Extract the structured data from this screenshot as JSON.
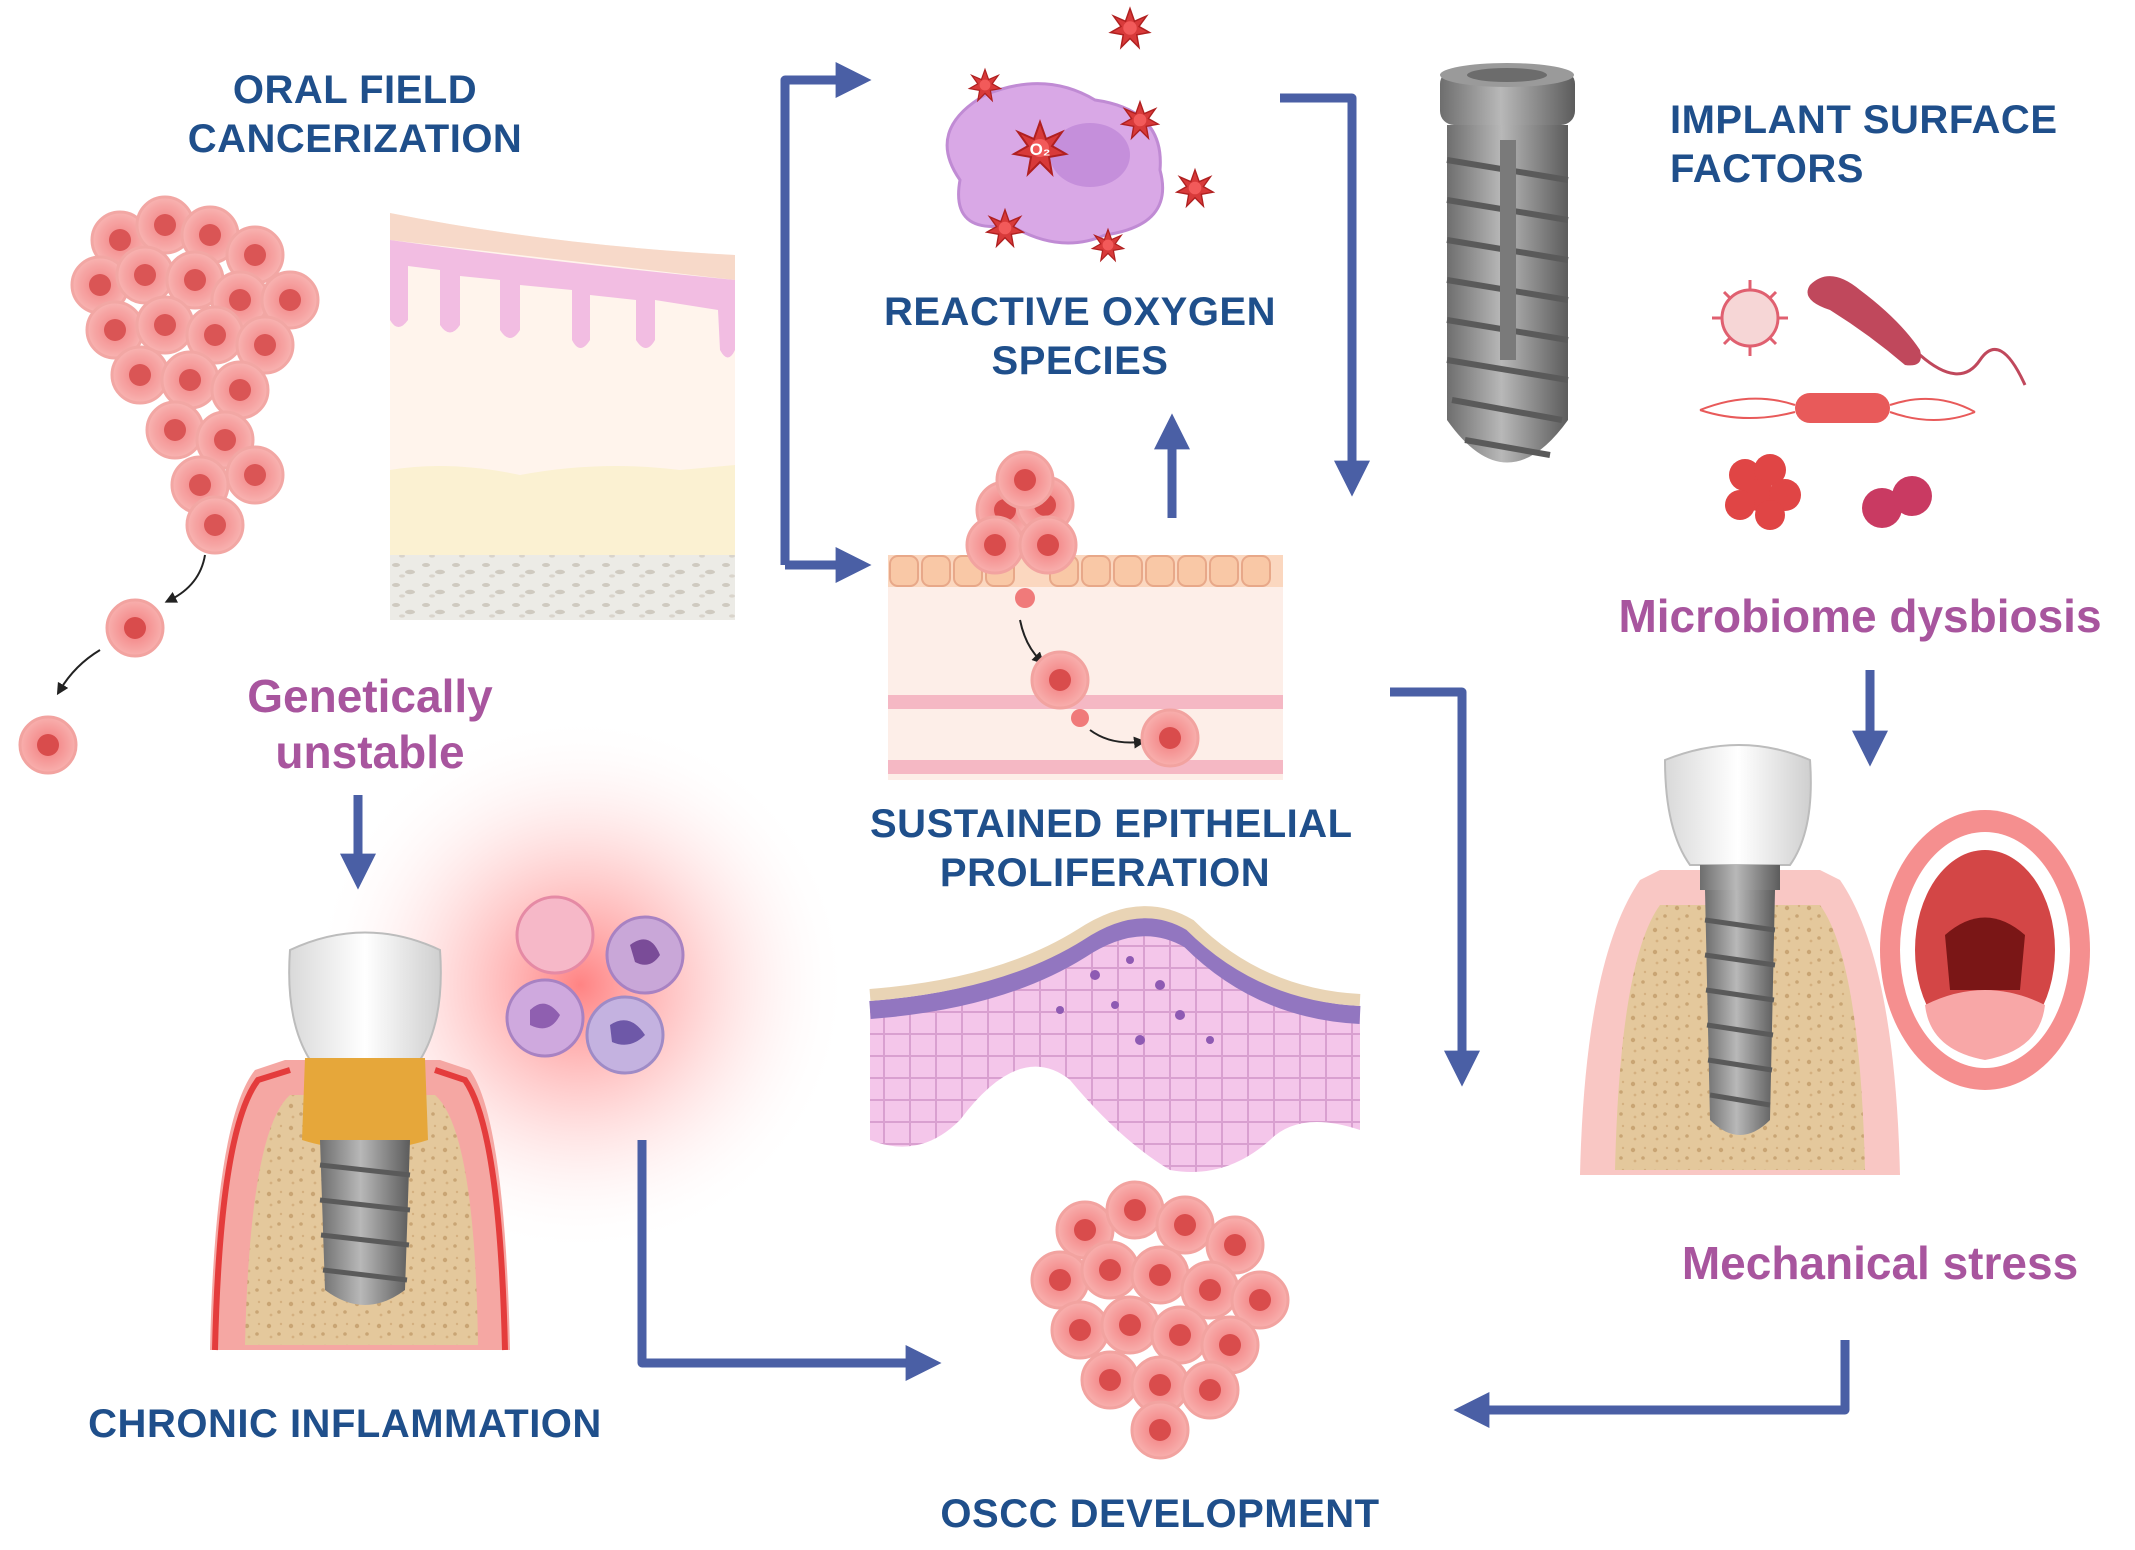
{
  "colors": {
    "heading": "#1f4f8b",
    "subheading": "#a8559e",
    "arrow": "#4a5fa5",
    "cell": "#f07a7a",
    "inflammation_glow": "#ff6b6b",
    "implant": "#8c8c8c",
    "bone": "#e3c79b",
    "gingiva": "#f3a0a0",
    "epithelium": "#f6c8e4"
  },
  "labels": {
    "oral_field_cancerization": [
      "ORAL FIELD",
      "CANCERIZATION"
    ],
    "reactive_oxygen_species": [
      "REACTIVE OXYGEN",
      "SPECIES"
    ],
    "implant_surface_factors": [
      "IMPLANT SURFACE",
      "FACTORS"
    ],
    "microbiome_dysbiosis": "Microbiome dysbiosis",
    "genetically_unstable": [
      "Genetically",
      "unstable"
    ],
    "sustained_epithelial_proliferation": [
      "SUSTAINED EPITHELIAL",
      "PROLIFERATION"
    ],
    "mechanical_stress": "Mechanical stress",
    "chronic_inflammation": "CHRONIC INFLAMMATION",
    "oscc_development": "OSCC DEVELOPMENT"
  },
  "ros_marker": "O₂",
  "icons": {
    "tumor_cluster": "tumor-cell-cluster-icon",
    "tissue": "epithelial-tissue-layers-icon",
    "ros_cell": "ros-cell-icon",
    "implant_screw": "dental-implant-screw-icon",
    "microbes": "bacteria-virus-icon",
    "implant_crown": "implant-crown-icon",
    "mouth": "open-mouth-icon",
    "immune_cells": "immune-cells-icon"
  }
}
